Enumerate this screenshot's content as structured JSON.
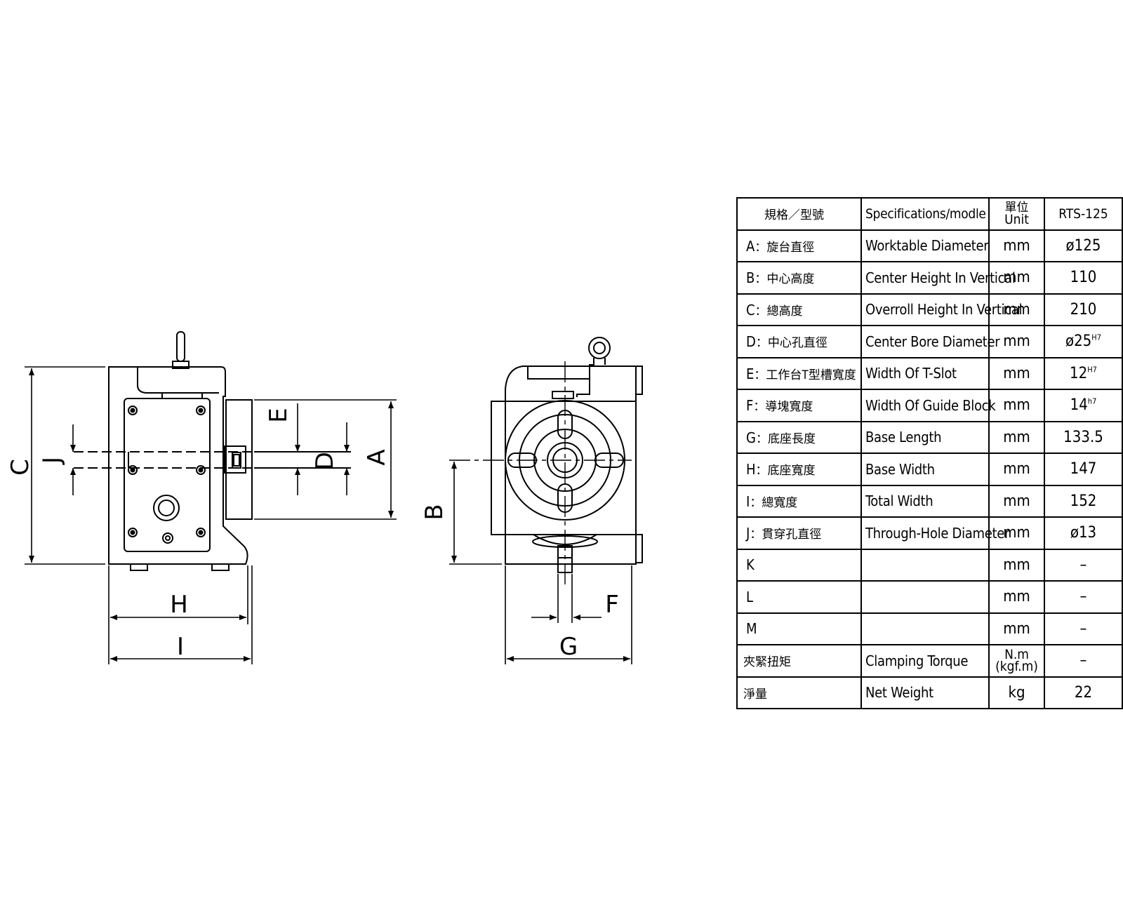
{
  "dimension_labels": {
    "A": "A",
    "B": "B",
    "C": "C",
    "D": "D",
    "E": "E",
    "F": "F",
    "G": "G",
    "H": "H",
    "I": "I",
    "J": "J"
  },
  "table": {
    "header": {
      "zh": "規格／型號",
      "en": "Specifications/modle",
      "unit_zh": "單位",
      "unit_en": "Unit",
      "model": "RTS-125"
    },
    "rows": [
      {
        "key": "A",
        "zh": "旋台直徑",
        "en": "Worktable Diameter",
        "unit": "mm",
        "value": "ø125",
        "sup": ""
      },
      {
        "key": "B",
        "zh": "中心高度",
        "en": "Center Height In Vertical",
        "unit": "mm",
        "value": "110",
        "sup": ""
      },
      {
        "key": "C",
        "zh": "總高度",
        "en": "Overroll Height In Vertical",
        "unit": "mm",
        "value": "210",
        "sup": ""
      },
      {
        "key": "D",
        "zh": "中心孔直徑",
        "en": "Center Bore Diameter",
        "unit": "mm",
        "value": "ø25",
        "sup": "H7"
      },
      {
        "key": "E",
        "zh": "工作台T型槽寬度",
        "en": "Width Of T-Slot",
        "unit": "mm",
        "value": "12",
        "sup": "H7"
      },
      {
        "key": "F",
        "zh": "導塊寬度",
        "en": "Width Of Guide Block",
        "unit": "mm",
        "value": "14",
        "sup": "h7"
      },
      {
        "key": "G",
        "zh": "底座長度",
        "en": "Base Length",
        "unit": "mm",
        "value": "133.5",
        "sup": ""
      },
      {
        "key": "H",
        "zh": "底座寬度",
        "en": "Base Width",
        "unit": "mm",
        "value": "147",
        "sup": ""
      },
      {
        "key": "I",
        "zh": "總寬度",
        "en": "Total Width",
        "unit": "mm",
        "value": "152",
        "sup": ""
      },
      {
        "key": "J",
        "zh": "貫穿孔直徑",
        "en": "Through-Hole Diameter",
        "unit": "mm",
        "value": "ø13",
        "sup": ""
      },
      {
        "key": "K",
        "zh": "",
        "en": "",
        "unit": "mm",
        "value": "–",
        "sup": ""
      },
      {
        "key": "L",
        "zh": "",
        "en": "",
        "unit": "mm",
        "value": "–",
        "sup": ""
      },
      {
        "key": "M",
        "zh": "",
        "en": "",
        "unit": "mm",
        "value": "–",
        "sup": ""
      }
    ],
    "clamping": {
      "zh": "夾緊扭矩",
      "en": "Clamping Torque",
      "unit_line1": "N.m",
      "unit_line2": "(kgf.m)",
      "value": "–"
    },
    "weight": {
      "zh": "淨量",
      "en": "Net Weight",
      "unit": "kg",
      "value": "22"
    }
  }
}
